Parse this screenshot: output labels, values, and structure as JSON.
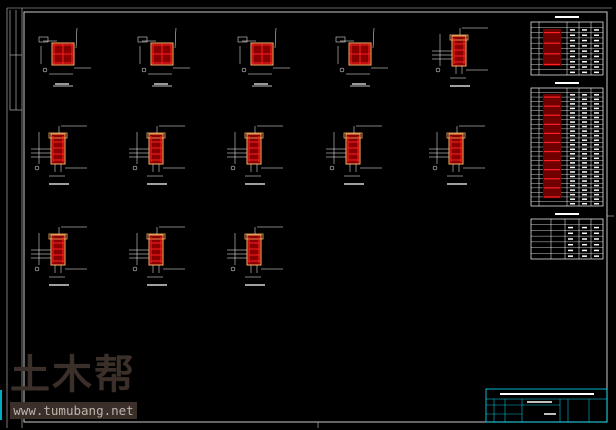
{
  "drawing": {
    "colors": {
      "frame": "#c8c8c8",
      "line": "#ffffff",
      "rebar": "#ff2020",
      "fill": "#8a0000",
      "concrete": "#ffb060",
      "titleblock": "#00e5ff"
    },
    "sections_row1": 5,
    "sections_row2": 5,
    "sections_row3": 3,
    "tables": 3
  },
  "watermark": {
    "logo": "土木帮",
    "url": "www.tumubang.net"
  }
}
